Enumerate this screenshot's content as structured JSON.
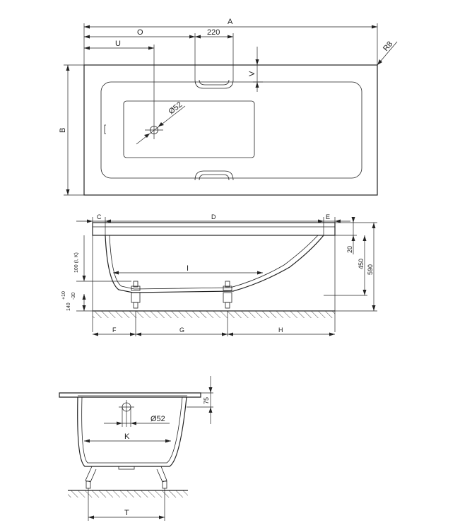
{
  "top_view": {
    "labels": {
      "A": "A",
      "O": "O",
      "W220": "220",
      "U": "U",
      "V": "V",
      "R8": "R8",
      "B": "B",
      "D52": "Ø52"
    }
  },
  "side_view": {
    "labels": {
      "C": "C",
      "D": "D",
      "E": "E",
      "I": "I",
      "F": "F",
      "G": "G",
      "H": "H",
      "H20": "20",
      "H450": "450",
      "H590": "590",
      "H100": "100 (I, K)",
      "H140": "140",
      "T10p": "+10",
      "T30m": "-30"
    }
  },
  "end_view": {
    "labels": {
      "H75": "75",
      "D52": "Ø52",
      "K": "K",
      "T": "T"
    }
  }
}
